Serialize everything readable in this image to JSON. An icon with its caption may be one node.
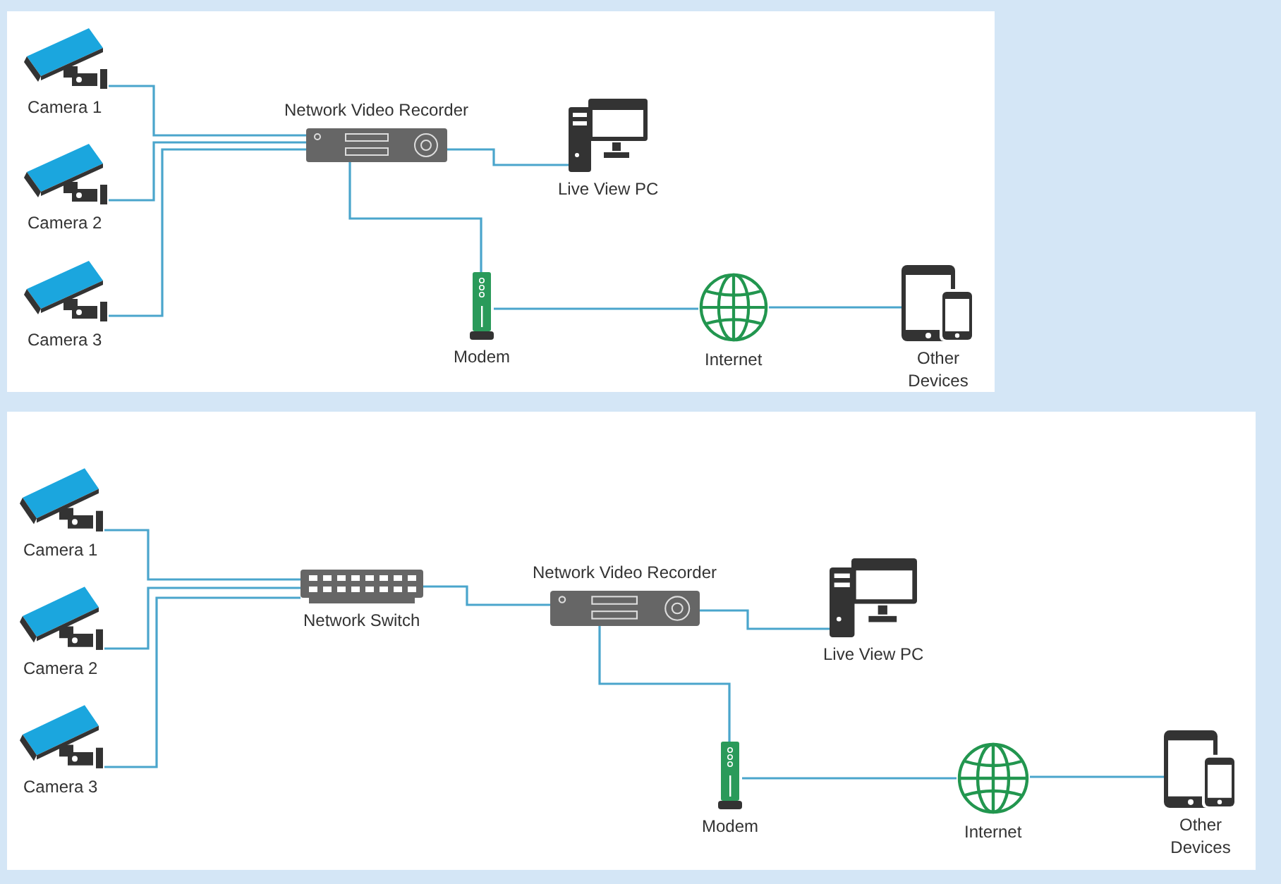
{
  "diagram": {
    "nodes": [
      {
        "text": [
          "Camera 1"
        ]
      },
      {
        "text": [
          "Camera 2"
        ]
      },
      {
        "text": [
          "Camera 3"
        ]
      },
      {
        "text": [
          "Network Video Recorder"
        ]
      },
      {
        "text": [
          "Live View PC"
        ]
      },
      {
        "text": [
          "Modem"
        ]
      },
      {
        "text": [
          "Internet"
        ]
      },
      {
        "text": [
          "Other Devices"
        ]
      },
      {
        "text": [
          "Camera 1"
        ]
      },
      {
        "text": [
          "Camera 2"
        ]
      },
      {
        "text": [
          "Camera 3"
        ]
      },
      {
        "text": [
          "Network Switch"
        ]
      },
      {
        "text": [
          "Network Video Recorder"
        ]
      },
      {
        "text": [
          "Live View PC"
        ]
      },
      {
        "text": [
          "Modem"
        ]
      },
      {
        "text": [
          "Internet"
        ]
      },
      {
        "text": [
          "Other Devices"
        ]
      }
    ],
    "edges": [
      {
        "from": 0,
        "to": 3,
        "arrow": "none"
      },
      {
        "from": 1,
        "to": 3,
        "arrow": "none"
      },
      {
        "from": 2,
        "to": 3,
        "arrow": "none"
      },
      {
        "from": 3,
        "to": 4,
        "arrow": "none"
      },
      {
        "from": 3,
        "to": 5,
        "arrow": "none"
      },
      {
        "from": 5,
        "to": 6,
        "arrow": "none"
      },
      {
        "from": 6,
        "to": 7,
        "arrow": "none"
      },
      {
        "from": 8,
        "to": 11,
        "arrow": "none"
      },
      {
        "from": 9,
        "to": 11,
        "arrow": "none"
      },
      {
        "from": 10,
        "to": 11,
        "arrow": "none"
      },
      {
        "from": 11,
        "to": 12,
        "arrow": "none"
      },
      {
        "from": 12,
        "to": 13,
        "arrow": "none"
      },
      {
        "from": 12,
        "to": 14,
        "arrow": "none"
      },
      {
        "from": 14,
        "to": 15,
        "arrow": "none"
      },
      {
        "from": 15,
        "to": 16,
        "arrow": "none"
      }
    ]
  }
}
